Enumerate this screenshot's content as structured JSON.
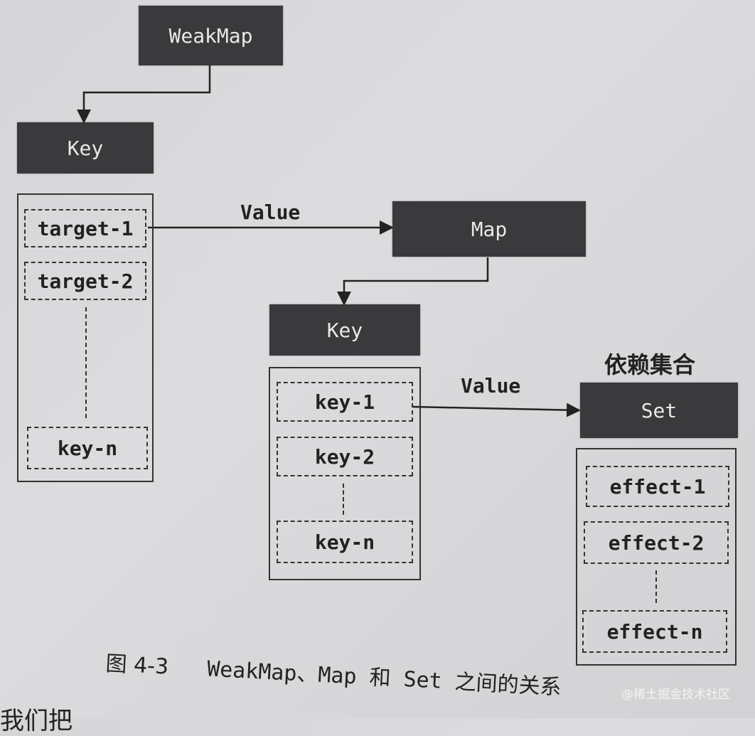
{
  "weakmap": {
    "label": "WeakMap"
  },
  "outer_key": {
    "label": "Key"
  },
  "targets": [
    "target-1",
    "target-2",
    "key-n"
  ],
  "value_label_1": "Value",
  "map": {
    "label": "Map"
  },
  "inner_key": {
    "label": "Key"
  },
  "keys": [
    "key-1",
    "key-2",
    "key-n"
  ],
  "value_label_2": "Value",
  "set_title": "依赖集合",
  "set": {
    "label": "Set"
  },
  "effects": [
    "effect-1",
    "effect-2",
    "effect-n"
  ],
  "caption": {
    "fig": "图 4-3",
    "text": "WeakMap、Map 和 Set 之间的关系"
  },
  "watermark": "@稀土掘金技术社区",
  "bottom_text": "我们把"
}
